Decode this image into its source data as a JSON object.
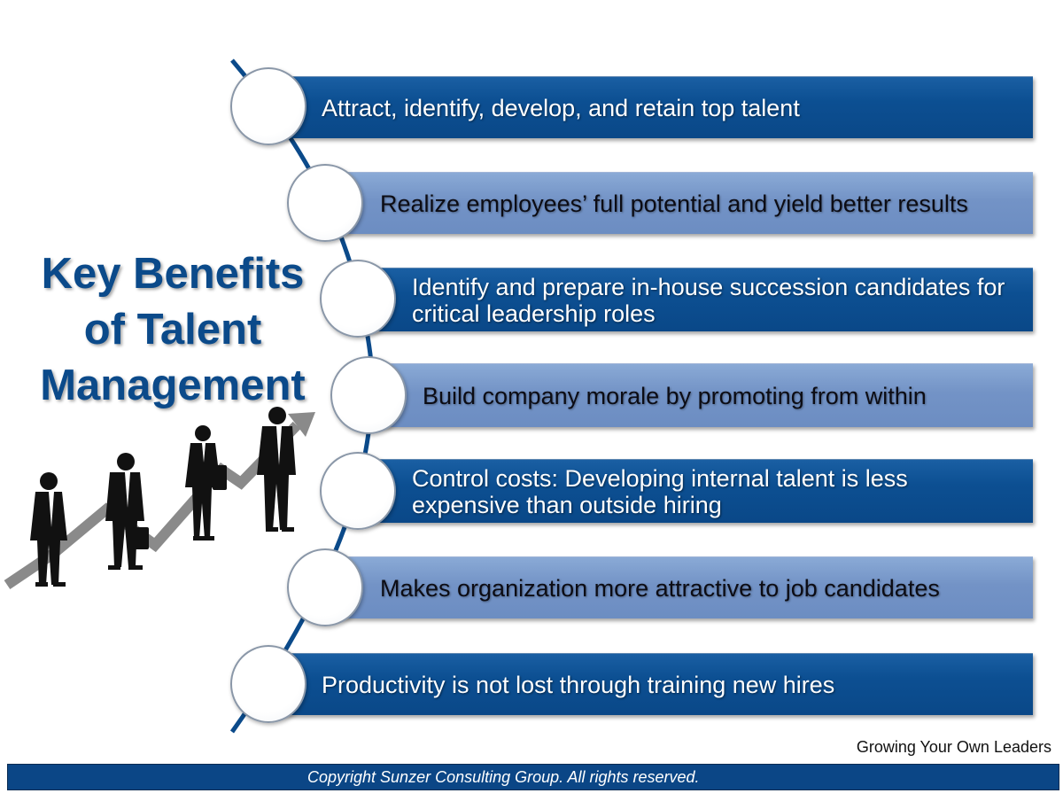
{
  "slide": {
    "title_lines": [
      "Key Benefits",
      "of Talent",
      "Management"
    ],
    "benefits": [
      {
        "text": "Attract, identify, develop, and retain top talent",
        "style": "dark"
      },
      {
        "text": "Realize employees’ full potential and yield better results",
        "style": "light"
      },
      {
        "text": "Identify and prepare in-house succession candidates for critical leadership roles",
        "style": "dark"
      },
      {
        "text": "Build company morale by promoting from within",
        "style": "light"
      },
      {
        "text": "Control costs: Developing internal talent is less expensive than outside hiring",
        "style": "dark"
      },
      {
        "text": "Makes organization more attractive to job candidates",
        "style": "light"
      },
      {
        "text": "Productivity is not lost through training new hires",
        "style": "dark"
      }
    ],
    "tagline": "Growing Your Own Leaders",
    "footer": "Copyright Sunzer Consulting Group.  All rights reserved.",
    "illustration": "businesspeople-silhouettes-rising-arrow-icon",
    "colors": {
      "dark_bar": "#0c4f92",
      "light_bar": "#7393c6",
      "title": "#0b4a8a",
      "footer": "#0b4686"
    }
  }
}
